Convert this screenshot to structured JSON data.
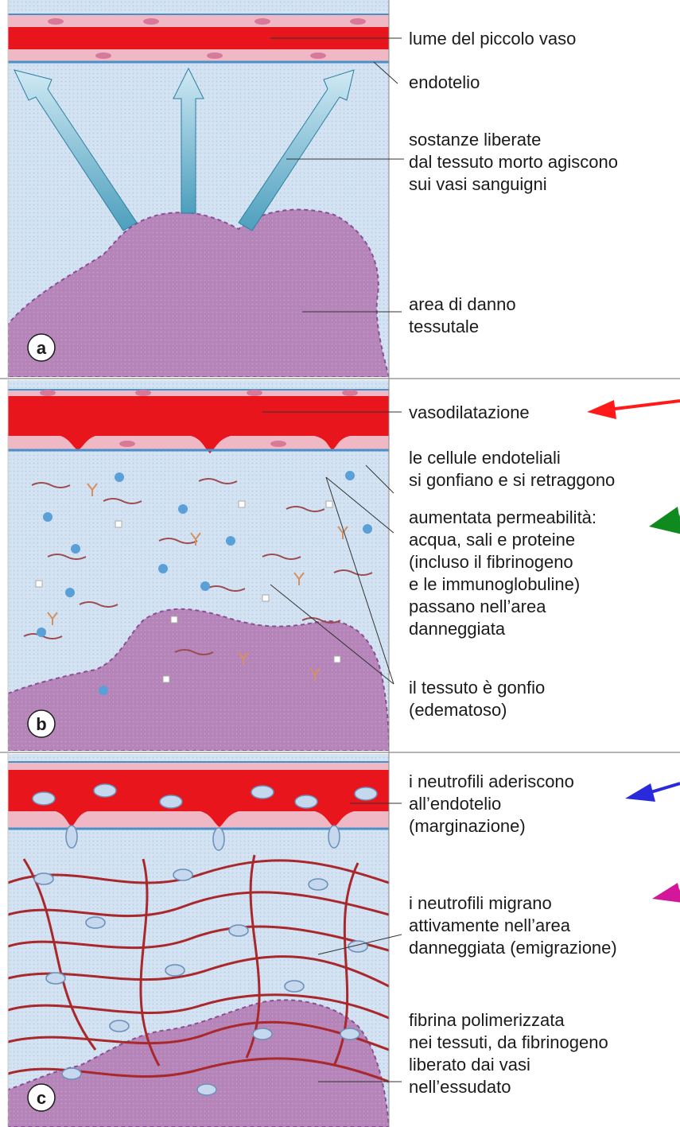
{
  "panels": [
    {
      "badge": "a",
      "labels": [
        {
          "lines": [
            "lume del piccolo vaso"
          ]
        },
        {
          "lines": [
            "endotelio"
          ]
        },
        {
          "lines": [
            "sostanze liberate",
            "dal tessuto morto agiscono",
            "sui vasi sanguigni"
          ]
        },
        {
          "lines": [
            "area di danno",
            "tessutale"
          ]
        }
      ]
    },
    {
      "badge": "b",
      "labels": [
        {
          "lines": [
            "vasodilatazione"
          ]
        },
        {
          "lines": [
            "le cellule endoteliali",
            "si gonfiano e si retraggono"
          ]
        },
        {
          "lines": [
            "aumentata permeabilità:",
            "acqua, sali e proteine",
            "(incluso il fibrinogeno",
            "e le immunoglobuline)",
            "passano nell’area",
            "danneggiata"
          ]
        },
        {
          "lines": [
            "il tessuto è gonfio",
            "(edematoso)"
          ]
        }
      ]
    },
    {
      "badge": "c",
      "labels": [
        {
          "lines": [
            "i neutrofili aderiscono",
            "all’endotelio",
            "(marginazione)"
          ]
        },
        {
          "lines": [
            "i neutrofili migrano",
            "attivamente nell’area",
            "danneggiata (emigrazione)"
          ]
        },
        {
          "lines": [
            "fibrina polimerizzata",
            "nei tessuti, da fibrinogeno",
            "liberato dai vasi",
            "nell’essudato"
          ]
        }
      ]
    }
  ],
  "colors": {
    "blood": "#e8161c",
    "vessel_wall": "#f0b8c4",
    "endothelium_line": "#4a90c8",
    "interstitium": "#cfe0f0",
    "damage_area": "#b27fb4",
    "fibrin": "#a8282c",
    "arrow_red": "#ff1a1a",
    "arrow_green": "#0f8a1e",
    "arrow_blue": "#2a2adc",
    "arrow_magenta": "#d4169a"
  }
}
